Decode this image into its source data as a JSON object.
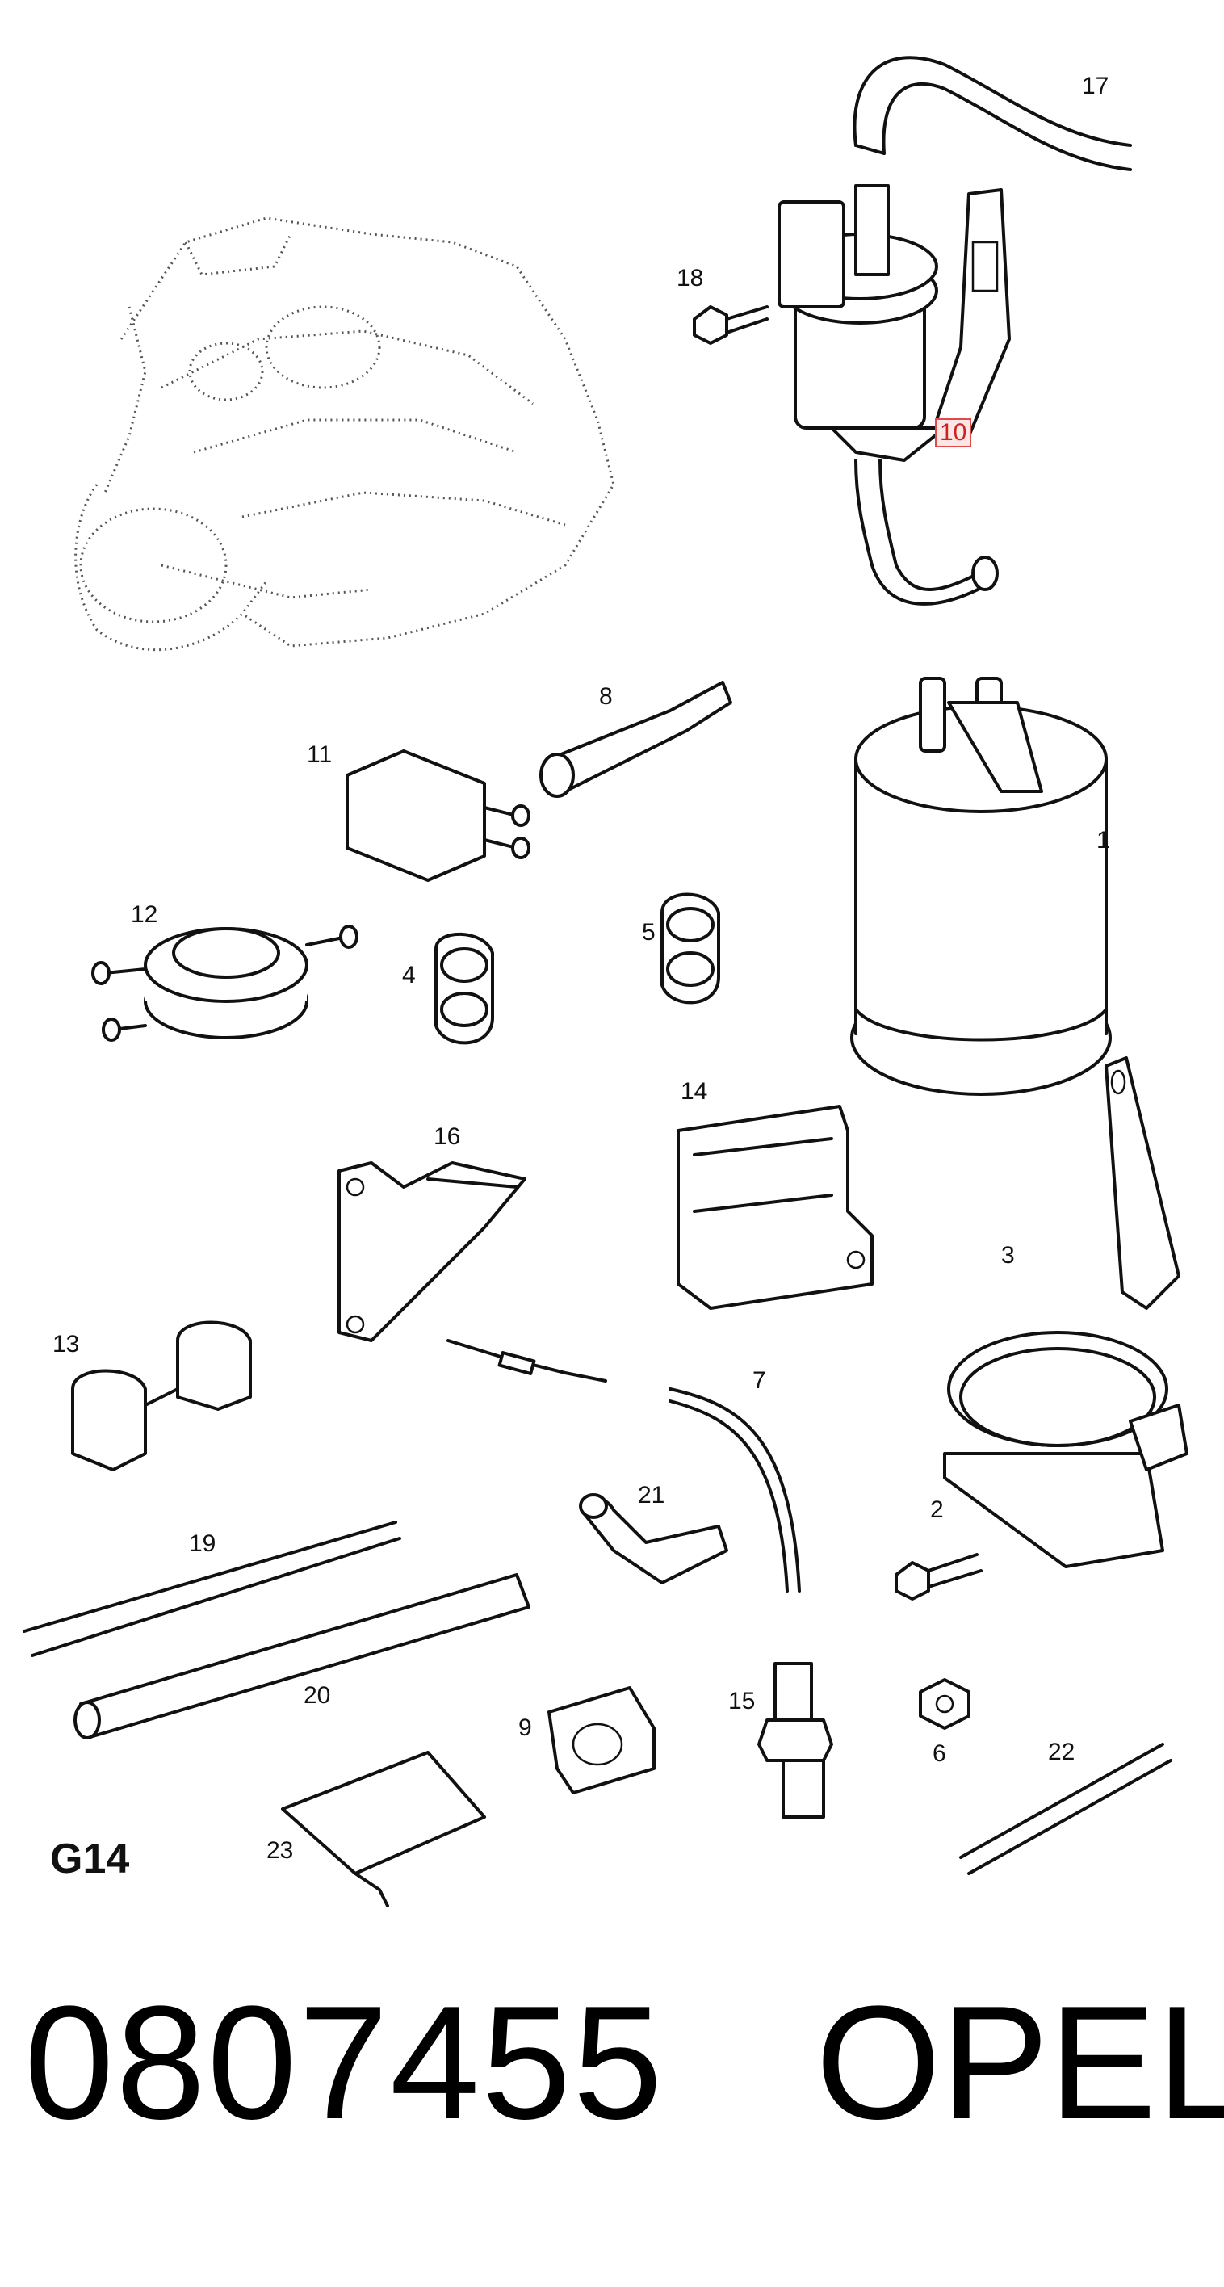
{
  "diagram": {
    "section_code": "G14",
    "part_number": "0807455",
    "brand": "OPEL",
    "callouts": [
      {
        "id": "17",
        "label": "17"
      },
      {
        "id": "18",
        "label": "18"
      },
      {
        "id": "10",
        "label": "10",
        "highlighted": true
      },
      {
        "id": "8",
        "label": "8"
      },
      {
        "id": "11",
        "label": "11"
      },
      {
        "id": "1",
        "label": "1"
      },
      {
        "id": "12",
        "label": "12"
      },
      {
        "id": "4",
        "label": "4"
      },
      {
        "id": "5",
        "label": "5"
      },
      {
        "id": "14",
        "label": "14"
      },
      {
        "id": "16",
        "label": "16"
      },
      {
        "id": "3",
        "label": "3"
      },
      {
        "id": "13",
        "label": "13"
      },
      {
        "id": "7",
        "label": "7"
      },
      {
        "id": "21",
        "label": "21"
      },
      {
        "id": "2",
        "label": "2"
      },
      {
        "id": "19",
        "label": "19"
      },
      {
        "id": "20",
        "label": "20"
      },
      {
        "id": "15",
        "label": "15"
      },
      {
        "id": "9",
        "label": "9"
      },
      {
        "id": "6",
        "label": "6"
      },
      {
        "id": "22",
        "label": "22"
      },
      {
        "id": "23",
        "label": "23"
      }
    ],
    "highlight_color": "#e04a4a"
  }
}
